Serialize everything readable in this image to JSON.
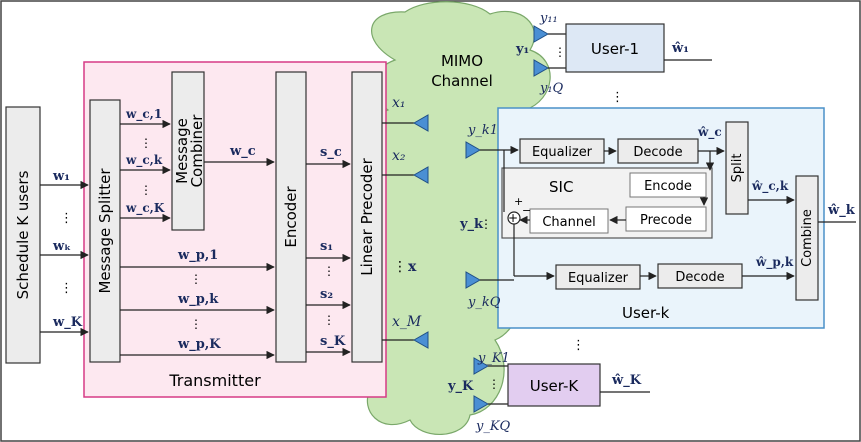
{
  "blocks": {
    "schedule": "Schedule K users",
    "splitter": "Message Splitter",
    "combiner": "Message Combiner",
    "encoder": "Encoder",
    "precoder": "Linear Precoder",
    "transmitter": "Transmitter",
    "channel_line1": "MIMO",
    "channel_line2": "Channel",
    "user1": "User-1",
    "userK": "User-K",
    "userk": "User-k",
    "sic": "SIC",
    "equalizer": "Equalizer",
    "decode": "Decode",
    "encode": "Encode",
    "precode": "Precode",
    "channel_box": "Channel",
    "split": "Split",
    "combine": "Combine"
  },
  "labels": {
    "w1": "w₁",
    "wk": "wₖ",
    "wK": "w_K",
    "wc1": "w_c,1",
    "wck": "w_c,k",
    "wcK": "w_c,K",
    "wc": "w_c",
    "sc": "s_c",
    "wp1": "w_p,1",
    "wpk": "w_p,k",
    "wpK": "w_p,K",
    "s1": "s₁",
    "s2": "s₂",
    "sK": "s_K",
    "x1": "x₁",
    "x2": "x₂",
    "xM": "x_M",
    "x": "x",
    "y11": "y₁₁",
    "y1": "y₁",
    "y1Q": "y₁Q",
    "w1hat": "ŵ₁",
    "yk1": "y_k1",
    "yk": "y_k",
    "ykQ": "y_kQ",
    "wchat": "ŵ_c",
    "wckhat": "ŵ_c,k",
    "wpkhat": "ŵ_p,k",
    "wkhat": "ŵ_k",
    "yK1": "y_K1",
    "yK": "y_K",
    "yKQ": "y_KQ",
    "wKhat": "ŵ_K"
  },
  "colors": {
    "transmitter_fill": "#fde8f0",
    "transmitter_border": "#d63a86",
    "cloud": "#c9e6b5",
    "userk_fill": "#eaf4fb",
    "userk_border": "#4a90c8",
    "user1_fill": "#dde8f5",
    "userK_fill": "#e2cdf0",
    "wchat_color": "#e0209a"
  }
}
